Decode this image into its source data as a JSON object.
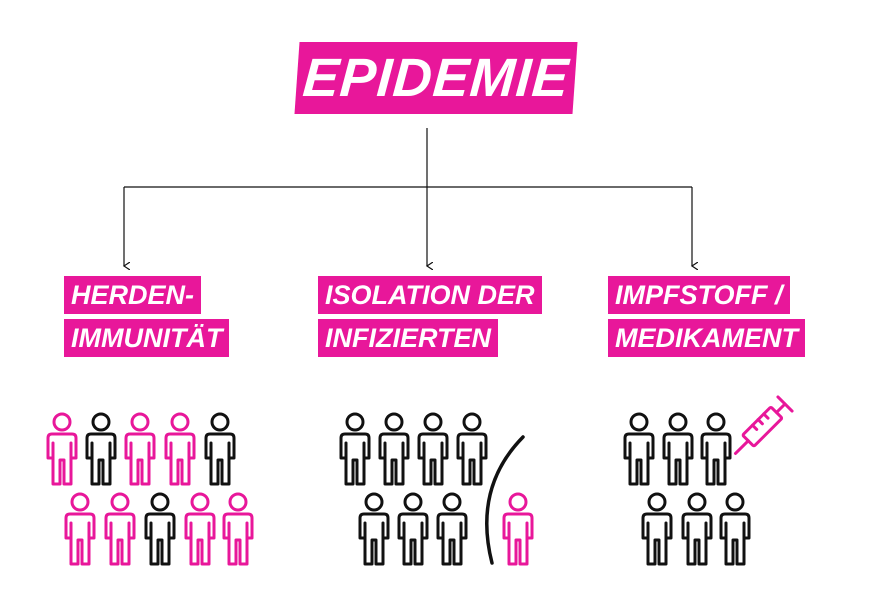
{
  "title": "EPIDEMIE",
  "branches": [
    {
      "lines": [
        "HERDEN-",
        "IMMUNITÄT"
      ],
      "people": [
        "pink",
        "black",
        "pink",
        "pink",
        "black",
        "pink",
        "pink",
        "black",
        "pink",
        "pink"
      ]
    },
    {
      "lines": [
        "ISOLATION DER",
        "INFIZIERTEN"
      ],
      "people": [
        "black",
        "black",
        "black",
        "black",
        "black",
        "black",
        "black",
        "pink"
      ]
    },
    {
      "lines": [
        "IMPFSTOFF /",
        "MEDIKAMENT"
      ],
      "people": [
        "black",
        "black",
        "black",
        "black",
        "black",
        "black"
      ]
    }
  ],
  "colors": {
    "accent": "#e8179a",
    "dark": "#111111"
  },
  "icons": [
    "person-icon",
    "syringe-icon",
    "barrier-arc"
  ]
}
